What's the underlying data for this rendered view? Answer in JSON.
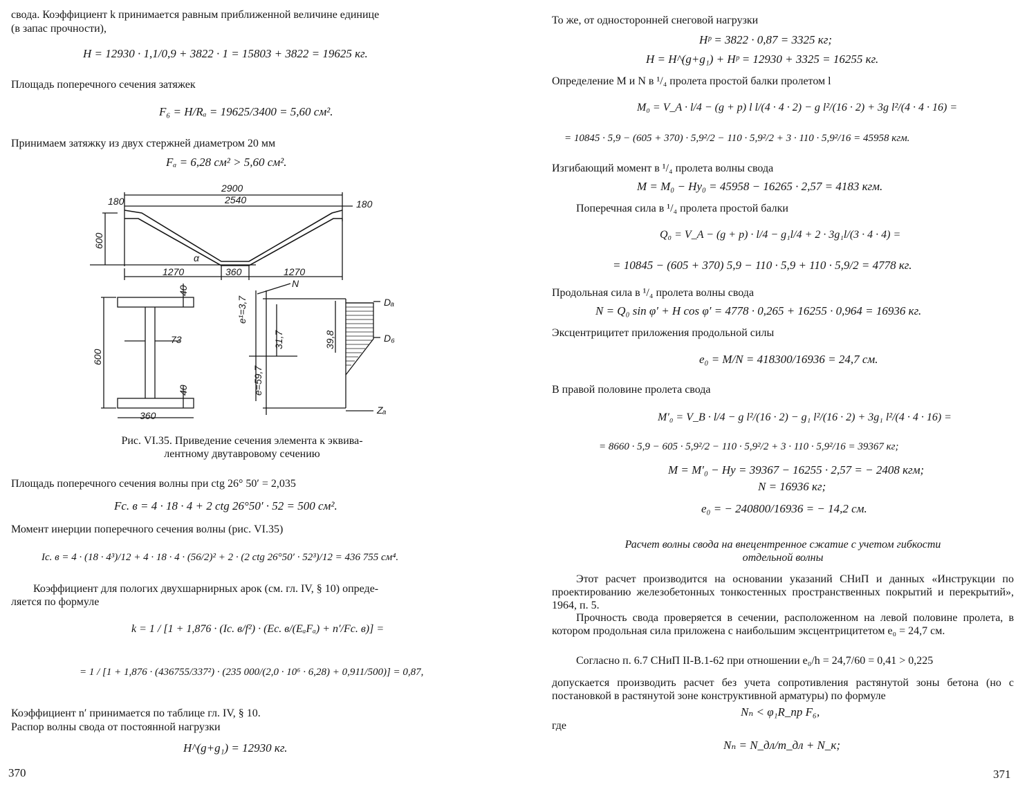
{
  "left": {
    "para1_line1": "свода. Коэффициент k принимается равным приближенной величине единице",
    "para1_line2": "(в запас прочности),",
    "eq_H": "H = 12930 · 1,1/0,9 + 3822 · 1 = 15803 + 3822 = 19625 кг.",
    "para2": "Площадь поперечного сечения затяжек",
    "eq_F6": "F₆ = H/Rₐ = 19625/3400 = 5,60 см².",
    "para3": "Принимаем затяжку из двух стержней диаметром 20 мм",
    "eq_Fa": "Fₐ = 6,28 см² > 5,60 см².",
    "figure": {
      "dim_2900": "2900",
      "dim_2540": "2540",
      "dim_180_left": "180",
      "dim_180_right": "180",
      "dim_600_top": "600",
      "dim_1270_left": "1270",
      "dim_360": "360",
      "dim_1270_right": "1270",
      "alpha": "α",
      "dim_40_top": "40",
      "dim_73": "73",
      "dim_600_bottom": "600",
      "dim_40_bottom": "40",
      "dim_360_bottom": "360",
      "lbl_N": "N",
      "lbl_e1": "e¹=3,7",
      "lbl_e": "e=59,7",
      "lbl_31": "31,7",
      "lbl_398": "39,8",
      "lbl_Da": "Dₐ",
      "lbl_Db": "D₆",
      "lbl_Za": "Zₐ"
    },
    "caption_line1": "Рис. VI.35. Приведение сечения элемента к эквива-",
    "caption_line2": "лентному двутавровому сечению",
    "para4": "Площадь поперечного сечения волны при ctg 26° 50′ = 2,035",
    "eq_Fcv": "Fс. в = 4 · 18 · 4 + 2 ctg 26°50′ · 52 = 500 см².",
    "para5": "Момент инерции поперечного сечения волны (рис. VI.35)",
    "eq_Icv": "Iс. в = 4 · (18 · 4³)/12 + 4 · 18 · 4 · (56/2)² + 2 · (2 ctg 26°50′ · 52³)/12 = 436 755 см⁴.",
    "para6_line1": "Коэффициент для пологих двухшарнирных арок (см. гл. IV, § 10) опреде-",
    "para6_line2": "ляется по формуле",
    "eq_k1": "k = 1 / [1 + 1,876 · (Iс. в/f²) · (Eс. в/(EₐFₐ) + n′/Fс. в)] =",
    "eq_k2": "= 1 / [1 + 1,876 · (436755/337²) · (235 000/(2,0 · 10⁶ · 6,28) + 0,911/500)] = 0,87,",
    "para7": "Коэффициент n′ принимается по таблице гл. IV, § 10.",
    "para8": "Распор волны свода от постоянной нагрузки",
    "eq_Hg": "H^(g+g₁) = 12930 кг.",
    "page_number": "370"
  },
  "right": {
    "para1": "То же, от односторонней снеговой нагрузки",
    "eq_Hp": "Hᵖ = 3822 · 0,87 = 3325 кг;",
    "eq_H2": "H = H^(g+g₁) + Hᵖ = 12930 + 3325 = 16255 кг.",
    "para2": "Определение M и N в ¹/₄ пролета простой балки пролетом l",
    "eq_M0_1": "M₀ = V_A · l/4 − (g + p) l l/(4 · 4 · 2) − g l²/(16 · 2) + 3g l²/(4 · 4 · 16) =",
    "eq_M0_2": "= 10845 · 5,9 − (605 + 370) · 5,9²/2 − 110 · 5,9²/2 + 3 · 110 · 5,9²/16 = 45958 кгм.",
    "para3": "Изгибающий момент в ¹/₄ пролета волны свода",
    "eq_M": "M = M₀ − Hy₀ = 45958 − 16265 · 2,57 = 4183 кгм.",
    "para4": "Поперечная сила в ¹/₄ пролета простой балки",
    "eq_Q0_1": "Q₀ = V_A − (g + p) · l/4 − g₁l/4 + 2 · 3g₁l/(3 · 4 · 4) =",
    "eq_Q0_2": "= 10845 − (605 + 370) 5,9 − 110 · 5,9 + 110 · 5,9/2 = 4778 кг.",
    "para5": "Продольная сила в ¹/₄ пролета волны свода",
    "eq_N": "N = Q₀ sin φ′ + H cos φ′ = 4778 · 0,265 + 16255 · 0,964 = 16936 кг.",
    "para6": "Эксцентрицитет приложения продольной силы",
    "eq_e0": "e₀ = M/N = 418300/16936 = 24,7 см.",
    "para7": "В правой половине пролета свода",
    "eq_M0p_1": "M′₀ = V_B · l/4 − g l²/(16 · 2) − g₁ l²/(16 · 2) + 3g₁ l²/(4 · 4 · 16) =",
    "eq_M0p_2": "= 8660 · 5,9 − 605 · 5,9²/2 − 110 · 5,9²/2 + 3 · 110 · 5,9²/16 = 39367 кг;",
    "eq_Mp": "M = M′₀ − Hy = 39367 − 16255 · 2,57 = − 2408 кгм;",
    "eq_Np": "N = 16936 кг;",
    "eq_e0p": "e₀ = − 240800/16936 = − 14,2 см.",
    "heading_line1": "Расчет волны свода на внецентренное сжатие с учетом гибкости",
    "heading_line2": "отдельной волны",
    "para8": "Этот расчет производится на основании указаний СНиП и данных «Инструкции по проектированию железобетонных тонкостенных пространственных покрытий и перекрытий», 1964, п. 5.",
    "para9": "Прочность свода проверяется в сечении, расположенном на левой половине пролета, в котором продольная сила приложена с наибольшим эксцентрицитетом e₀ = 24,7 см.",
    "para10": "Согласно п. 6.7 СНиП II-В.1-62 при отношении e₀/h = 24,7/60 = 0,41 > 0,225",
    "para11": "допускается производить расчет без учета сопротивления растянутой зоны бетона (но с постановкой в растянутой зоне конструктивной арматуры) по формуле",
    "eq_Nn": "Nₙ < φ₁R_пр F₆,",
    "where": "где",
    "eq_Nn2": "Nₙ = N_дл/m_дл + N_к;",
    "page_number": "371"
  }
}
